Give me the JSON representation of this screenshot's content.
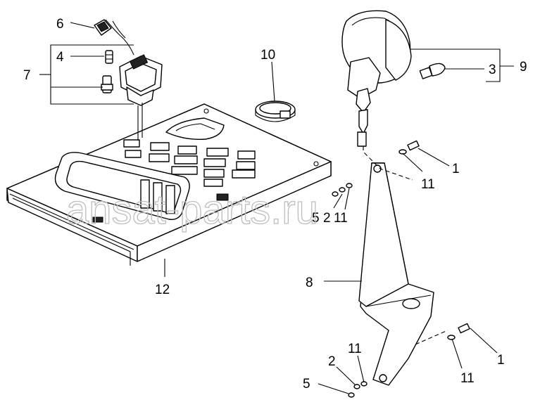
{
  "watermark": "ansat-parts.ru",
  "callouts": [
    {
      "id": "c1a",
      "text": "1"
    },
    {
      "id": "c1b",
      "text": "1"
    },
    {
      "id": "c2",
      "text": "2"
    },
    {
      "id": "c3",
      "text": "3"
    },
    {
      "id": "c4",
      "text": "4"
    },
    {
      "id": "c5a",
      "text": "5"
    },
    {
      "id": "c5b",
      "text": "5"
    },
    {
      "id": "c6",
      "text": "6"
    },
    {
      "id": "c7",
      "text": "7"
    },
    {
      "id": "c8",
      "text": "8"
    },
    {
      "id": "c9",
      "text": "9"
    },
    {
      "id": "c10",
      "text": "10"
    },
    {
      "id": "c11a",
      "text": "11"
    },
    {
      "id": "c11b",
      "text": "11"
    },
    {
      "id": "c11c",
      "text": "11"
    },
    {
      "id": "c2b",
      "text": "2"
    },
    {
      "id": "c11d",
      "text": "11"
    },
    {
      "id": "c12",
      "text": "12"
    }
  ]
}
